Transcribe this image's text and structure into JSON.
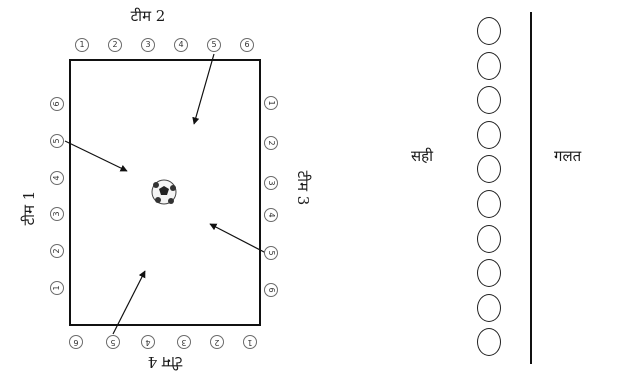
{
  "teams": {
    "team1": "टीम 1",
    "team2": "टीम 2",
    "team3": "टीम 3",
    "team4": "टीम 4"
  },
  "answers": {
    "correct": "सही",
    "wrong": "गलत",
    "circle_count": 10
  },
  "positions": {
    "top": [
      "1",
      "2",
      "3",
      "4",
      "5",
      "6"
    ],
    "right": [
      "1",
      "2",
      "3",
      "4",
      "5",
      "6"
    ],
    "bottom": [
      "1",
      "2",
      "3",
      "4",
      "5",
      "6"
    ],
    "left": [
      "1",
      "2",
      "3",
      "4",
      "5",
      "6"
    ]
  },
  "colors": {
    "line": "#111111",
    "marker_border": "#6b6b6b",
    "ball": "#333333"
  }
}
